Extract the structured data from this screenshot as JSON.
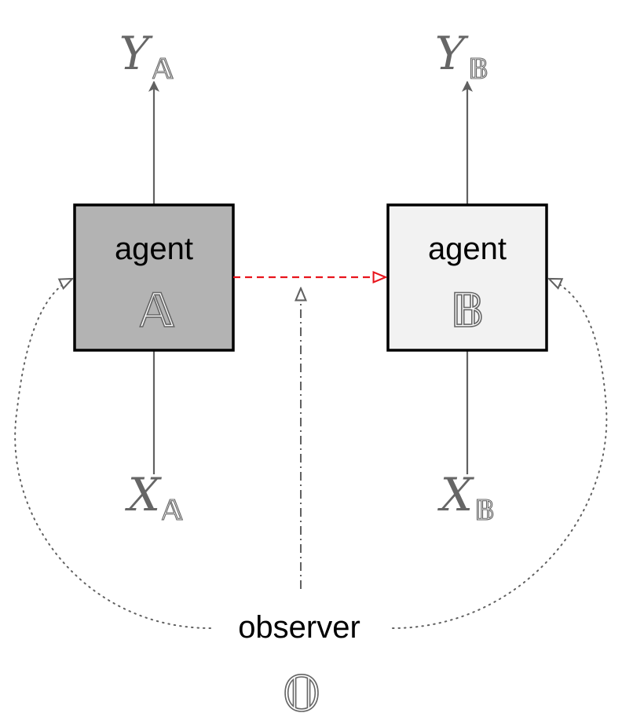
{
  "agent_a": {
    "label": "agent",
    "symbol": "𝔸",
    "fill": "#b3b3b3"
  },
  "agent_b": {
    "label": "agent",
    "symbol": "𝔹",
    "fill": "#f2f2f2"
  },
  "outputs": {
    "a": {
      "var": "Y",
      "sub": "𝔸"
    },
    "b": {
      "var": "Y",
      "sub": "𝔹"
    }
  },
  "inputs": {
    "a": {
      "var": "X",
      "sub": "𝔸"
    },
    "b": {
      "var": "X",
      "sub": "𝔹"
    }
  },
  "observer": {
    "label": "observer",
    "symbol": "𝕆"
  },
  "colors": {
    "interaction": "#e8141c",
    "line": "#616161",
    "box_stroke": "#000000"
  }
}
